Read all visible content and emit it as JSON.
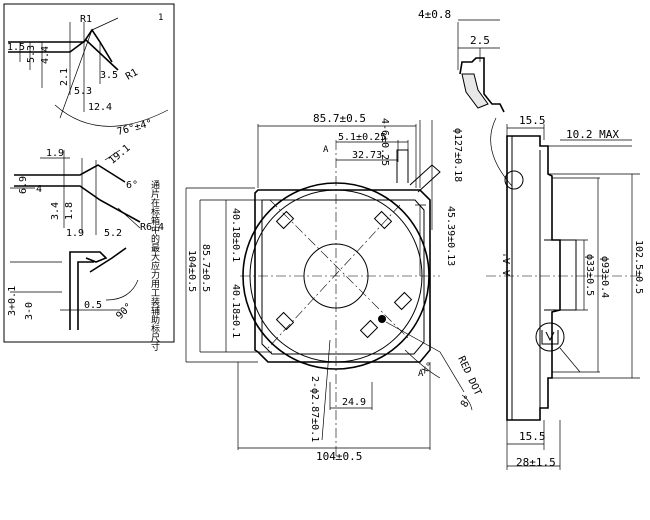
{
  "detail_panel": {
    "index": "1",
    "d_r1_top": "R1",
    "d_r1_side": "R1",
    "d_1_5": "1.5",
    "d_5_3_a": "5.3",
    "d_4_4": "4.4",
    "d_2_1": "2.1",
    "d_3_5": "3.5",
    "d_5_3_b": "5.3",
    "d_12_4": "12.4",
    "d_angle_76": "76°±4°",
    "d_1_9_top": "1.9",
    "d_19_1": "19.1",
    "d_6_9": "6.9",
    "d_4": "4",
    "d_angle_6": "6°",
    "d_3_4": "3.4",
    "d_1_8": "1.8",
    "d_r6_4": "R6.4",
    "d_1_9_bot": "1.9",
    "d_5_2": "5.2",
    "d_3_01": "3+0.1",
    "d_3_0": "3-0",
    "d_0_5": "0.5",
    "d_angle_90": "90°",
    "note": "通片在标箱中的最大应力用工装辅助标尺寸"
  },
  "front_view": {
    "d_85_7_top": "85.7±0.5",
    "d_5_1": "5.1±0.25",
    "d_32_73": "32.73",
    "d_4_6": "4-6±0.25",
    "d_phi127": "ϕ127±0.18",
    "d_45_39": "45.39±0.13",
    "d_40_18_top": "40.18±0.1",
    "d_85_7_left": "85.7±0.5",
    "d_104_left": "104±0.5",
    "d_40_18_bot": "40.18±0.1",
    "label_red_dot": "RED DOT",
    "d_angle_8": "8°",
    "d_angle_x": "x°",
    "d_2_phi": "2-ϕ2.87±0.1",
    "d_24_9": "24.9",
    "d_104_bottom": "104±0.5",
    "mark_a_top": "A",
    "mark_a_bot": "A"
  },
  "side_view": {
    "section_label": "A-A'",
    "d_4_0_8": "4±0.8",
    "d_2_5": "2.5",
    "d_15_5_top": "15.5",
    "d_10_2_max": "10.2 MAX",
    "d_phi93": "ϕ93±0.4",
    "d_phi33": "ϕ33±0.5",
    "d_102_5": "102.5±0.5",
    "d_15_5_bot": "15.5",
    "d_28": "28±1.5"
  }
}
